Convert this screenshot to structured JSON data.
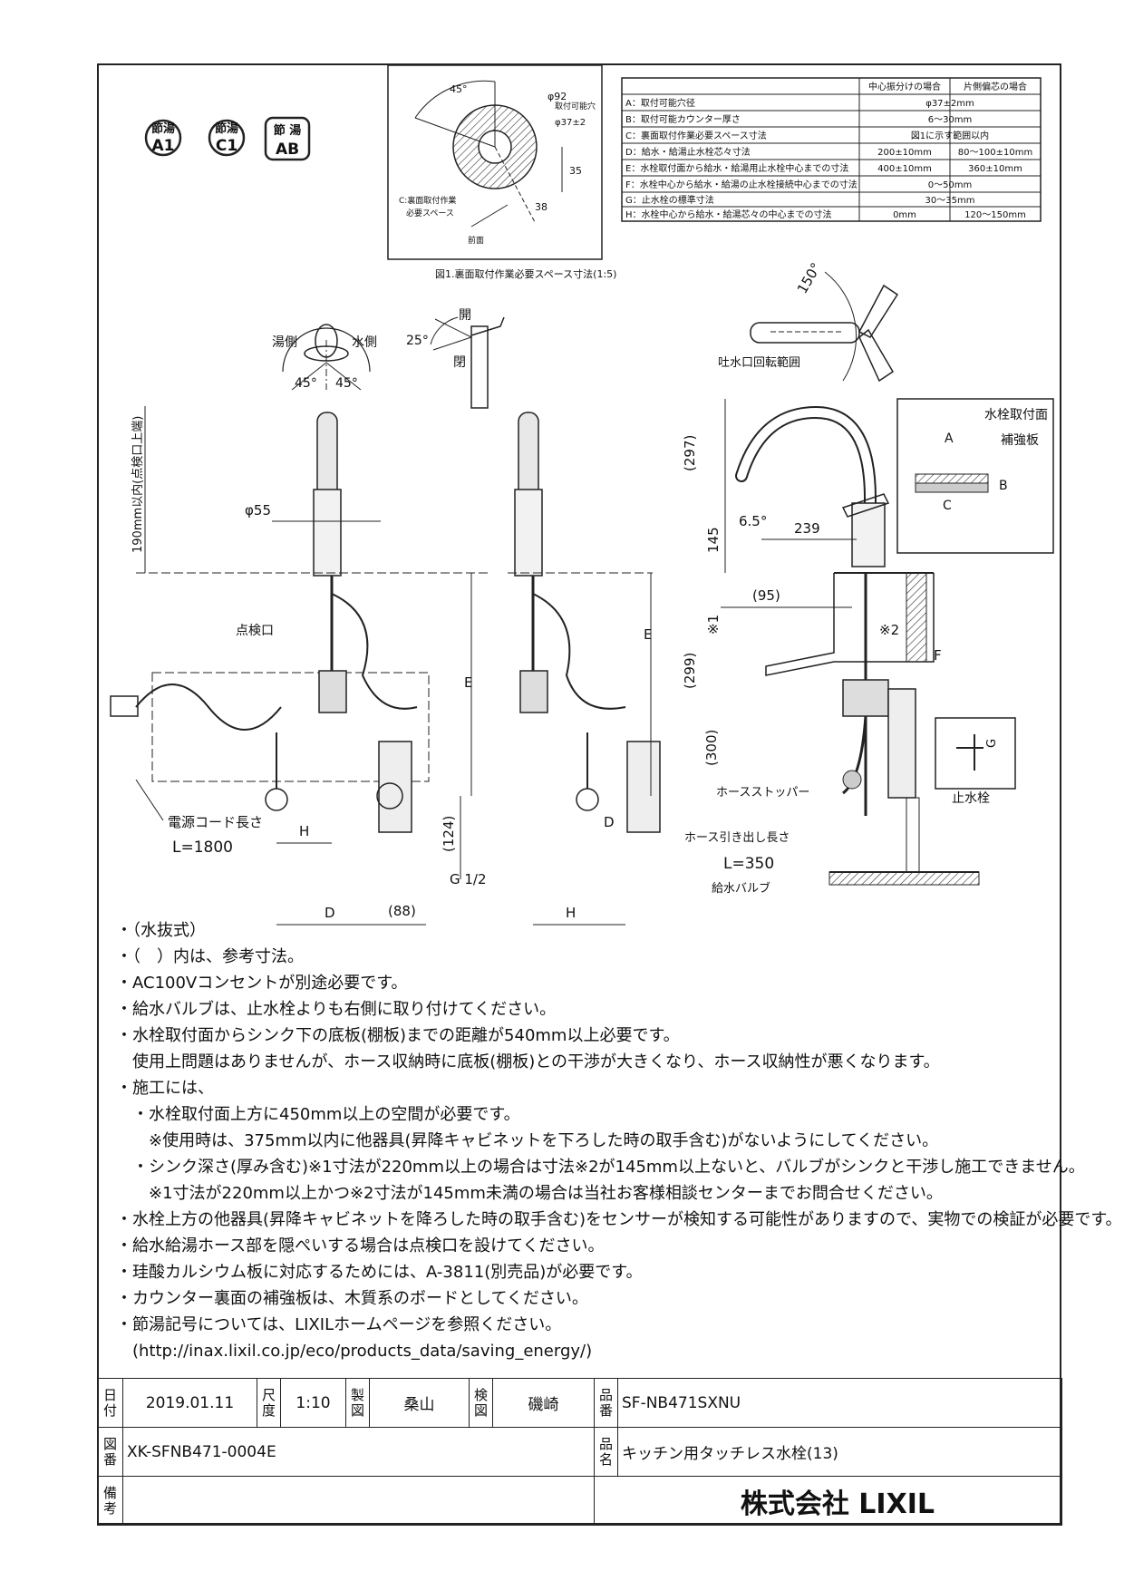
{
  "badges": [
    {
      "top": "節湯",
      "bottom": "A1"
    },
    {
      "top": "節湯",
      "bottom": "C1"
    },
    {
      "top": "節 湯",
      "bottom": "AB"
    }
  ],
  "fig1": {
    "caption": "図1.裏面取付作業必要スペース寸法(1:5)",
    "angle": "45°",
    "dia_outer": "φ92",
    "hole_label": "取付可能穴",
    "hole_dia": "φ37±2",
    "dim_35": "35",
    "dim_38": "38",
    "space_label1": "C:裏面取付作業",
    "space_label2": "必要スペース",
    "front_label": "前面"
  },
  "spec_table": {
    "headers": [
      "中心振分けの場合",
      "片側偏芯の場合"
    ],
    "rows": [
      {
        "label": "A：取付可能穴径",
        "center": "φ37±2mm",
        "offset": ""
      },
      {
        "label": "B：取付可能カウンター厚さ",
        "center": "6～30mm",
        "offset": ""
      },
      {
        "label": "C：裏面取付作業必要スペース寸法",
        "center": "図1に示す範囲以内",
        "offset": ""
      },
      {
        "label": "D：給水・給湯止水栓芯々寸法",
        "center": "200±10mm",
        "offset": "80～100±10mm"
      },
      {
        "label": "E：水栓取付面から給水・給湯用止水栓中心までの寸法",
        "center": "400±10mm",
        "offset": "360±10mm"
      },
      {
        "label": "F：水栓中心から給水・給湯の止水栓接続中心までの寸法",
        "center": "0～50mm",
        "offset": ""
      },
      {
        "label": "G：止水栓の標準寸法",
        "center": "30～35mm",
        "offset": ""
      },
      {
        "label": "H：水栓中心から給水・給湯芯々の中心までの寸法",
        "center": "0mm",
        "offset": "120～150mm"
      }
    ]
  },
  "drawing": {
    "hot": "湯側",
    "cold": "水側",
    "ang45a": "45°",
    "ang45b": "45°",
    "ang25": "25°",
    "open": "開",
    "close": "閉",
    "ang150": "150°",
    "spout_range": "吐水口回転範囲",
    "height_note": "190mm以内(点検口上端)",
    "dia55": "φ55",
    "inspect": "点検口",
    "E": "E",
    "E2": "E",
    "H": "H",
    "H2": "H",
    "D": "D",
    "D2": "D",
    "dim124": "(124)",
    "dim88": "(88)",
    "g12": "G 1/2",
    "cord_label": "電源コード長さ",
    "cord_len": "L=1800",
    "mount_face": "水栓取付面",
    "reinforce": "補強板",
    "A": "A",
    "B": "B",
    "C": "C",
    "dim297": "(297)",
    "dim145": "145",
    "ang65": "6.5°",
    "dim239": "239",
    "dim95": "(95)",
    "star1": "※1",
    "star2": "※2",
    "dim299": "(299)",
    "F": "F",
    "dim300": "(300)",
    "G": "G",
    "hose_stopper": "ホースストッパー",
    "stop_valve": "止水栓",
    "hose_len": "ホース引き出し長さ",
    "hose_L": "L=350",
    "supply_valve": "給水バルブ"
  },
  "notes": [
    "・（水抜式）",
    "・（　）内は、参考寸法。",
    "・AC100Vコンセントが別途必要です。",
    "・給水バルブは、止水栓よりも右側に取り付けてください。",
    "・水栓取付面からシンク下の底板(棚板)までの距離が540mm以上必要です。",
    "　使用上問題はありませんが、ホース収納時に底板(棚板)との干渉が大きくなり、ホース収納性が悪くなります。",
    "・施工には、",
    "　・水栓取付面上方に450mm以上の空間が必要です。",
    "　　※使用時は、375mm以内に他器具(昇降キャビネットを下ろした時の取手含む)がないようにしてください。",
    "　・シンク深さ(厚み含む)※1寸法が220mm以上の場合は寸法※2が145mm以上ないと、バルブがシンクと干渉し施工できません。",
    "　　※1寸法が220mm以上かつ※2寸法が145mm未満の場合は当社お客様相談センターまでお問合せください。",
    "・水栓上方の他器具(昇降キャビネットを降ろした時の取手含む)をセンサーが検知する可能性がありますので、実物での検証が必要です。",
    "・給水給湯ホース部を隠ぺいする場合は点検口を設けてください。",
    "・珪酸カルシウム板に対応するためには、A-3811(別売品)が必要です。",
    "・カウンター裏面の補強板は、木質系のボードとしてください。",
    "・節湯記号については、LIXILホームページを参照ください。",
    "　(http://inax.lixil.co.jp/eco/products_data/saving_energy/)"
  ],
  "title_block": {
    "date_label": "日付",
    "date": "2019.01.11",
    "scale_label": "尺度",
    "scale": "1:10",
    "drawn_label": "製図",
    "drawn": "桑山",
    "checked_label": "検図",
    "checked": "磯崎",
    "part_no_label": "品番",
    "part_no": "SF-NB471SXNU",
    "drawing_no_label": "図番",
    "drawing_no": "XK-SFNB471-0004E",
    "product_name_label": "品名",
    "product_name": "キッチン用タッチレス水栓(13)",
    "remarks_label": "備考",
    "company": "株式会社 LIXIL"
  }
}
